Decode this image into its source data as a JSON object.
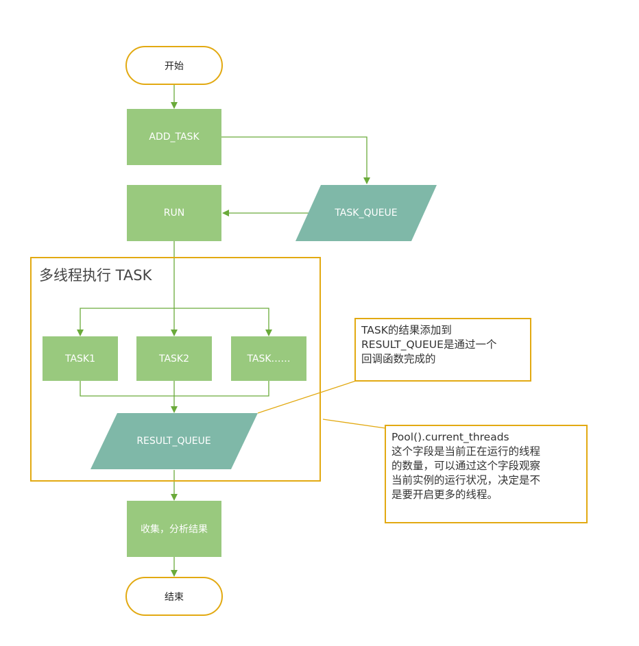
{
  "nodes": {
    "start": "开始",
    "add_task": "ADD_TASK",
    "run": "RUN",
    "task_queue": "TASK_QUEUE",
    "task1": "TASK1",
    "task2": "TASK2",
    "task_more": "TASK……",
    "result_queue": "RESULT_QUEUE",
    "collect": "收集，分析结果",
    "end": "结束"
  },
  "group": {
    "title": "多线程执行 TASK"
  },
  "notes": {
    "callback": [
      "TASK的结果添加到",
      "RESULT_QUEUE是通过一个",
      "回调函数完成的"
    ],
    "pool": [
      "Pool().current_threads",
      "这个字段是当前正在运行的线程",
      "的数量，可以通过这个字段观察",
      "当前实例的运行状况，决定是不",
      "是要开启更多的线程。"
    ]
  },
  "colors": {
    "process_fill": "#99c97e",
    "data_fill": "#7fb8a8",
    "border_accent": "#e2a911",
    "connector": "#6aaa3a"
  }
}
